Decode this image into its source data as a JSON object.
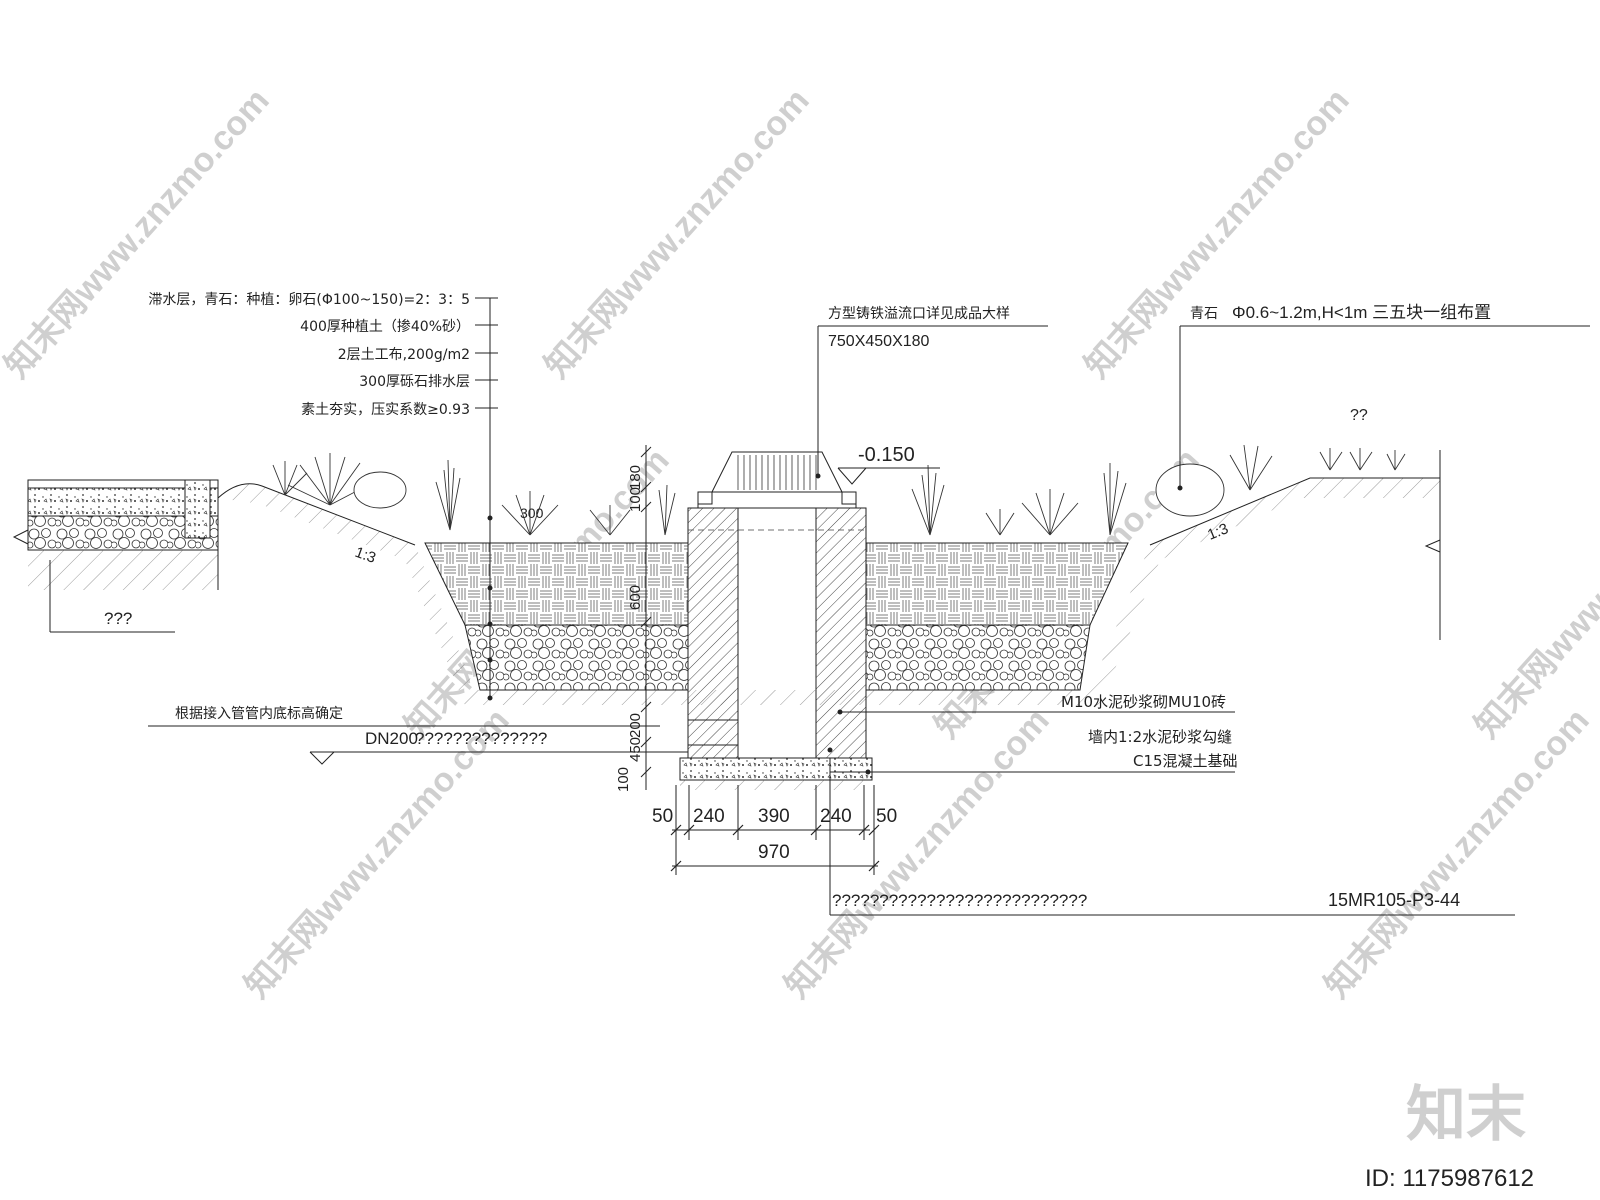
{
  "left_labels": [
    "滞水层，青石：种植：卵石(Φ100~150)=2：3：5",
    "400厚种植土（掺40%砂）",
    "2层土工布,200g/m2",
    "300厚砾石排水层",
    "素土夯实，压实系数≥0.93"
  ],
  "top_center": {
    "title": "方型铸铁溢流口详见成品大样",
    "size": "750X450X180"
  },
  "top_right": {
    "stone": "青石",
    "stone_spec": "Φ0.6~1.2m,H<1m 三五块一组布置",
    "note": "??"
  },
  "elevation": "-0.150",
  "left_unknown": "???",
  "slope": "1:3",
  "dim_300": "300",
  "vertical_dims": {
    "d180": "180",
    "d100_top": "100",
    "d600": "600",
    "d200": "200",
    "d450": "450",
    "d100_bottom": "100"
  },
  "pipe": {
    "note": "根据接入管管内底标高确定",
    "label": "DN200",
    "unknown": "??????????????"
  },
  "right_labels": [
    "M10水泥砂浆砌MU10砖",
    "墙内1:2水泥砂浆勾缝",
    "C15混凝土基础"
  ],
  "bottom_dims": [
    "50",
    "240",
    "390",
    "240",
    "50"
  ],
  "total_dim": "970",
  "bottom_note": "???????????????????????????",
  "ref_code": "15MR105-P3-44",
  "watermark": {
    "site": "知末网www.znzmo.com",
    "logo": "知末",
    "id": "ID: 1175987612"
  }
}
